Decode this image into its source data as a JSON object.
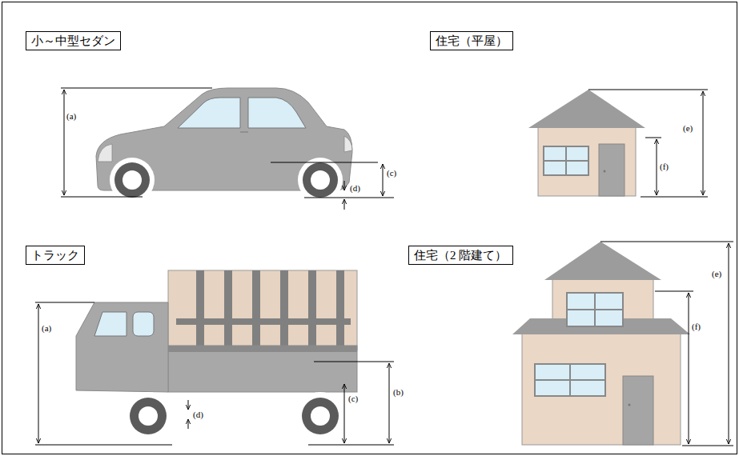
{
  "diagram": {
    "nodes": [
      {
        "text": [
          "小～中型セダン"
        ]
      },
      {
        "text": [
          "住宅（平屋）"
        ]
      },
      {
        "text": [
          "トラック"
        ]
      },
      {
        "text": [
          "住宅（2 階建て）"
        ]
      }
    ],
    "labels": [
      "(a)",
      "(c)",
      "(d)",
      "(e)",
      "(f)",
      "(a)",
      "(d)",
      "(b)",
      "(c)",
      "(e)",
      "(f)"
    ]
  }
}
